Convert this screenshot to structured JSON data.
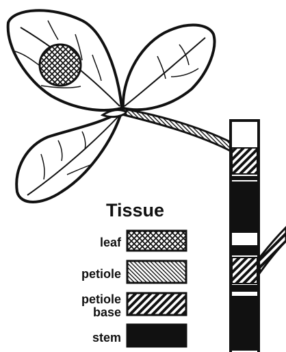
{
  "figure": {
    "legend": {
      "title": "Tissue",
      "items": [
        {
          "label": "leaf",
          "pattern": "crosshatch"
        },
        {
          "label": "petiole",
          "pattern": "fine-diagonal-stripes"
        },
        {
          "label_line1": "petiole",
          "label_line2": "base",
          "pattern": "bold-diagonal-stripes"
        },
        {
          "label": "stem",
          "pattern": "solid"
        }
      ]
    },
    "colors": {
      "ink": "#111111",
      "paper": "#ffffff"
    }
  }
}
